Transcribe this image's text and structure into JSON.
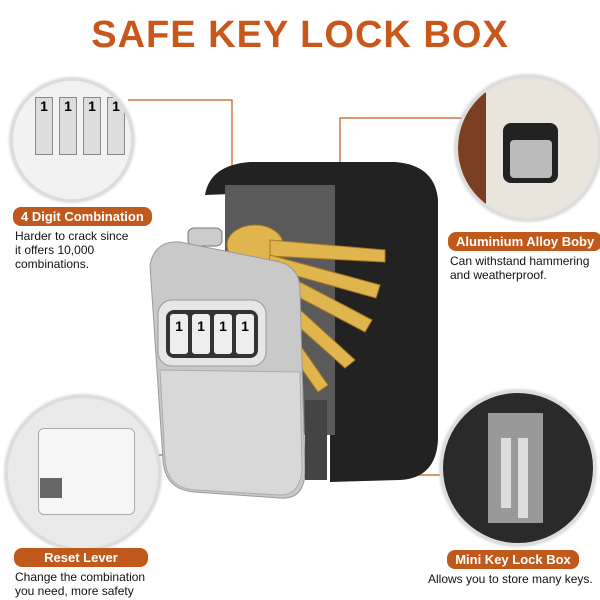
{
  "title": "SAFE KEY LOCK BOX",
  "features": [
    {
      "label": "4 Digit Combination",
      "lines": [
        "Harder to crack since",
        "it offers 10,000",
        "combinations."
      ]
    },
    {
      "label": "Aluminium Alloy Boby",
      "lines": [
        "Can withstand hammering",
        "and weatherproof."
      ]
    },
    {
      "label": "Reset Lever",
      "lines": [
        "Change the combination",
        "you need, more safety"
      ]
    },
    {
      "label": "Mini Key Lock Box",
      "lines": [
        "Allows you to store many keys."
      ]
    }
  ],
  "dial_digits": [
    "1",
    "1",
    "1",
    "1"
  ],
  "colors": {
    "accent": "#c05a1c",
    "title": "#c8571b"
  }
}
